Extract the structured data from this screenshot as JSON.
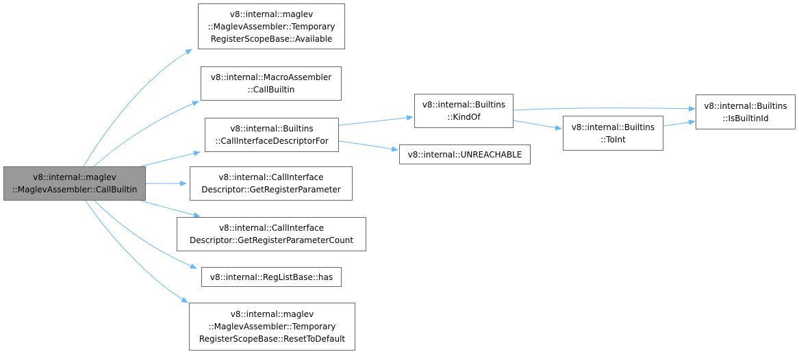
{
  "colors": {
    "edge": "#63b8ff",
    "node_border": "#666666",
    "root_fill": "#999999"
  },
  "nodes": {
    "root": {
      "lines": [
        "v8::internal::maglev",
        "::MaglevAssembler::CallBuiltin"
      ]
    },
    "available": {
      "lines": [
        "v8::internal::maglev",
        "::MaglevAssembler::Temporary",
        "RegisterScopeBase::Available"
      ]
    },
    "macro_call": {
      "lines": [
        "v8::internal::MacroAssembler",
        "::CallBuiltin"
      ]
    },
    "cid_for": {
      "lines": [
        "v8::internal::Builtins",
        "::CallInterfaceDescriptorFor"
      ]
    },
    "get_param": {
      "lines": [
        "v8::internal::CallInterface",
        "Descriptor::GetRegisterParameter"
      ]
    },
    "get_count": {
      "lines": [
        "v8::internal::CallInterface",
        "Descriptor::GetRegisterParameterCount"
      ]
    },
    "has": {
      "lines": [
        "v8::internal::RegListBase::has"
      ]
    },
    "reset": {
      "lines": [
        "v8::internal::maglev",
        "::MaglevAssembler::Temporary",
        "RegisterScopeBase::ResetToDefault"
      ]
    },
    "kindof": {
      "lines": [
        "v8::internal::Builtins",
        "::KindOf"
      ]
    },
    "unreachable": {
      "lines": [
        "v8::internal::UNREACHABLE"
      ]
    },
    "toint": {
      "lines": [
        "v8::internal::Builtins",
        "::ToInt"
      ]
    },
    "isbuiltinid": {
      "lines": [
        "v8::internal::Builtins",
        "::IsBuiltinId"
      ]
    }
  }
}
